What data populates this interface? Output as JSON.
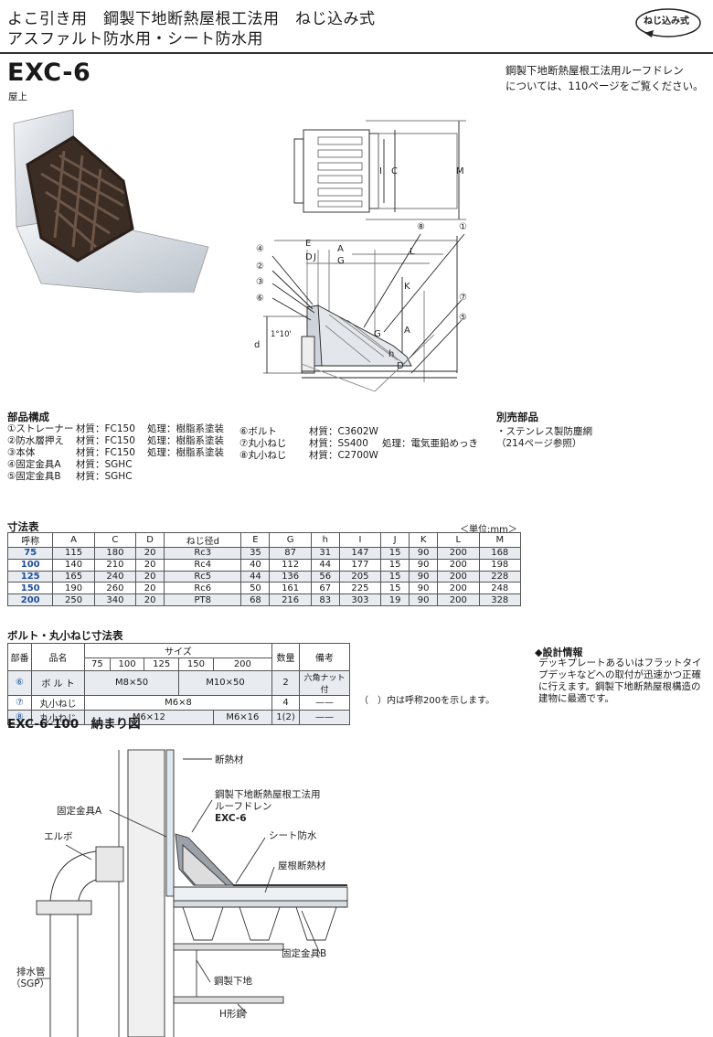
{
  "header": {
    "line1": "よこ引き用　鋼製下地断熱屋根工法用　ねじ込み式",
    "line2": "アスファルト防水用・シート防水用",
    "badge": "ねじ込み式"
  },
  "product": {
    "model": "EXC-6",
    "location": "屋上",
    "note_line1": "鋼製下地断熱屋根工法用ルーフドレン",
    "note_line2": "については、110ページをご覧ください。"
  },
  "drawing_labels": {
    "E": "E",
    "D": "D",
    "J": "J",
    "A": "A",
    "G": "G",
    "L": "L",
    "K": "K",
    "C": "C",
    "I": "I",
    "M": "M",
    "h": "h",
    "d": "d",
    "slope": "1°10'",
    "n1": "①",
    "n2": "②",
    "n3": "③",
    "n4": "④",
    "n5": "⑤",
    "n6": "⑥",
    "n7": "⑦",
    "n8": "⑧"
  },
  "parts": {
    "title": "部品構成",
    "col1": [
      {
        "name": "①ストレーナー",
        "material": "材質：FC150",
        "treatment": "処理：樹脂系塗装"
      },
      {
        "name": "②防水層押え",
        "material": "材質：FC150",
        "treatment": "処理：樹脂系塗装"
      },
      {
        "name": "③本体",
        "material": "材質：FC150",
        "treatment": "処理：樹脂系塗装"
      },
      {
        "name": "④固定金具A",
        "material": "材質：SGHC",
        "treatment": ""
      },
      {
        "name": "⑤固定金具B",
        "material": "材質：SGHC",
        "treatment": ""
      }
    ],
    "col2": [
      {
        "name": "⑥ボルト",
        "material": "材質：C3602W",
        "treatment": ""
      },
      {
        "name": "⑦丸小ねじ",
        "material": "材質：SS400",
        "treatment": "処理：電気亜鉛めっき"
      },
      {
        "name": "⑧丸小ねじ",
        "material": "材質：C2700W",
        "treatment": ""
      }
    ]
  },
  "optional": {
    "title": "別売部品",
    "line1": "・ステンレス製防塵網",
    "line2": "（214ページ参照）"
  },
  "dim_table": {
    "title": "寸法表",
    "unit": "＜単位:mm＞",
    "headers": [
      "呼称",
      "A",
      "C",
      "D",
      "ねじ径d",
      "E",
      "G",
      "h",
      "I",
      "J",
      "K",
      "L",
      "M"
    ],
    "rows": [
      [
        "75",
        "115",
        "180",
        "20",
        "Rc3",
        "35",
        "87",
        "31",
        "147",
        "15",
        "90",
        "200",
        "168"
      ],
      [
        "100",
        "140",
        "210",
        "20",
        "Rc4",
        "40",
        "112",
        "44",
        "177",
        "15",
        "90",
        "200",
        "198"
      ],
      [
        "125",
        "165",
        "240",
        "20",
        "Rc5",
        "44",
        "136",
        "56",
        "205",
        "15",
        "90",
        "200",
        "228"
      ],
      [
        "150",
        "190",
        "260",
        "20",
        "Rc6",
        "50",
        "161",
        "67",
        "225",
        "15",
        "90",
        "200",
        "248"
      ],
      [
        "200",
        "250",
        "340",
        "20",
        "PT8",
        "68",
        "216",
        "83",
        "303",
        "19",
        "90",
        "200",
        "328"
      ]
    ]
  },
  "bolt_table": {
    "title": "ボルト・丸小ねじ寸法表",
    "h_part": "部番",
    "h_name": "品名",
    "h_size": "サイズ",
    "sizes": [
      "75",
      "100",
      "125",
      "150",
      "200"
    ],
    "h_qty": "数量",
    "h_note": "備考",
    "rows": [
      {
        "no": "⑥",
        "name": "ボ ル ト",
        "size_a": "M8×50",
        "size_b": "M10×50",
        "qty": "2",
        "note": "六角ナット付"
      },
      {
        "no": "⑦",
        "name": "丸小ねじ",
        "size_all": "M6×8",
        "qty": "4",
        "note": "——"
      },
      {
        "no": "⑧",
        "name": "丸小ねじ",
        "size_a": "M6×12",
        "size_b": "M6×16",
        "qty": "1(2)",
        "note": "——"
      }
    ],
    "footnote": "（　）内は呼称200を示します。"
  },
  "design": {
    "title": "◆設計情報",
    "body": "デッキプレートあるいはフラットタイプデッキなどへの取付が迅速かつ正確に行えます。鋼製下地断熱屋根構造の建物に最適です。"
  },
  "detail": {
    "title": "EXC-6-100　納まり図",
    "labels": {
      "insulation": "断熱材",
      "drain1": "鋼製下地断熱屋根工法用",
      "drain2": "ルーフドレン",
      "drain3": "EXC-6",
      "fixA": "固定金具A",
      "elbow": "エルボ",
      "sheet": "シート防水",
      "roof_ins": "屋根断熱材",
      "fixB": "固定金具B",
      "steel": "鋼製下地",
      "pipe1": "排水管",
      "pipe2": "（SGP）",
      "hbeam": "H形鋼"
    }
  }
}
